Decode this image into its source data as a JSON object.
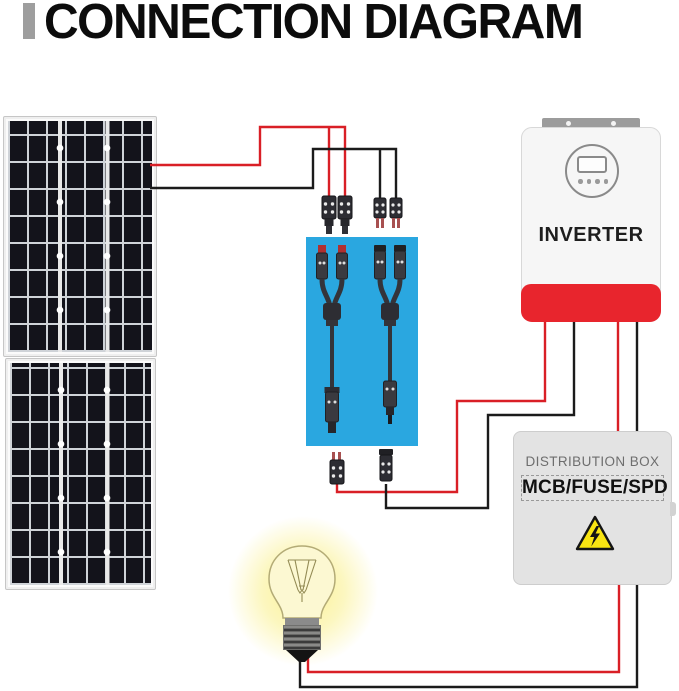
{
  "title": "CONNECTION DIAGRAM",
  "inverter": {
    "label": "INVERTER"
  },
  "distribution_box": {
    "title": "DISTRIBUTION BOX",
    "subtitle": "MCB/FUSE/SPD",
    "warning_icon": "high-voltage-warning-triangle"
  },
  "colors": {
    "title_bar": "#9e9e9e",
    "wire_red": "#d91f26",
    "wire_black": "#1b1b1b",
    "blue_box": "#2aa7e0",
    "accent_red": "#e8252d",
    "panel_cell": "#13131b",
    "panel_line": "#cfd3d8",
    "box_gray": "#e3e3e3",
    "warning_yellow": "#f8e412",
    "glow_yellow": "#faf08c"
  },
  "components": [
    "solar-panel-1",
    "solar-panel-2",
    "mc4-connectors",
    "mc4-y-branch-connector-pair",
    "inverter",
    "distribution-box",
    "light-bulb"
  ],
  "connections": [
    {
      "from": "solar-panels",
      "to": "y-branch-connectors",
      "wire": "red-positive"
    },
    {
      "from": "solar-panels",
      "to": "y-branch-connectors",
      "wire": "black-negative"
    },
    {
      "from": "y-branch-connectors",
      "to": "inverter",
      "wire": "red-positive"
    },
    {
      "from": "y-branch-connectors",
      "to": "inverter",
      "wire": "black-negative"
    },
    {
      "from": "inverter",
      "to": "distribution-box",
      "wire": "red-positive"
    },
    {
      "from": "inverter",
      "to": "distribution-box",
      "wire": "black-negative"
    },
    {
      "from": "distribution-box",
      "to": "light-bulb",
      "wire": "red-positive"
    },
    {
      "from": "distribution-box",
      "to": "light-bulb",
      "wire": "black-negative"
    }
  ]
}
